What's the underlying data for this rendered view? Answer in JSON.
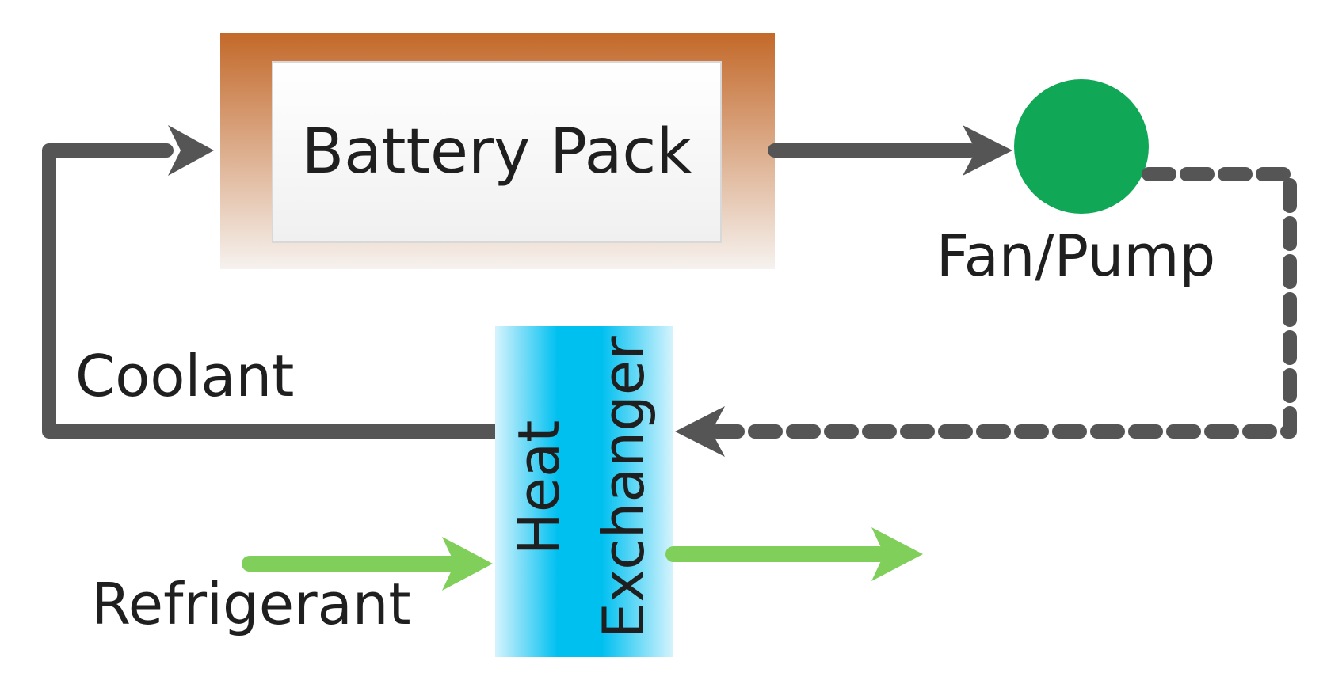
{
  "nodes": {
    "battery_pack": {
      "label": "Battery Pack"
    },
    "fan_pump": {
      "label": "Fan/Pump"
    },
    "heat_exchanger": {
      "label_line1": "Heat",
      "label_line2": "Exchanger"
    }
  },
  "flows": {
    "coolant": {
      "label": "Coolant"
    },
    "refrigerant": {
      "label": "Refrigerant"
    }
  },
  "colors": {
    "battery_frame_top": "#c3692a",
    "battery_frame_bottom": "#f6f2ef",
    "fan_pump": "#10a856",
    "heat_exchanger_core": "#00c0f0",
    "heat_exchanger_edge": "#d6f3fd",
    "coolant_line": "#555555",
    "refrigerant_line": "#7fcf5a"
  }
}
